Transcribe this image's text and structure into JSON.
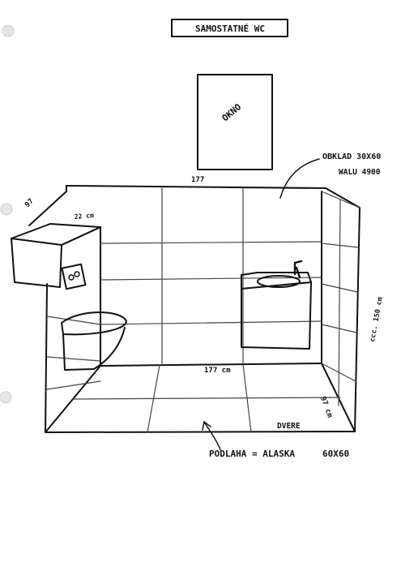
{
  "title": "SAMOSTATNÉ WC",
  "window_label": "OKNO",
  "dimensions": {
    "top_width": "177",
    "left_depth": "97",
    "shelf_width": "22 cm",
    "floor_width": "177 cm",
    "floor_depth": "97 cm",
    "wall_height": "ccc. 150 cm"
  },
  "tile_wall": {
    "label": "OBKLAD 30X60",
    "product": "WALU 4900"
  },
  "door_label": "DVERE",
  "floor_tile": {
    "label": "PODLAHA = ALASKA",
    "size": "60X60"
  },
  "colors": {
    "ink": "#111111",
    "paper": "#ffffff"
  }
}
